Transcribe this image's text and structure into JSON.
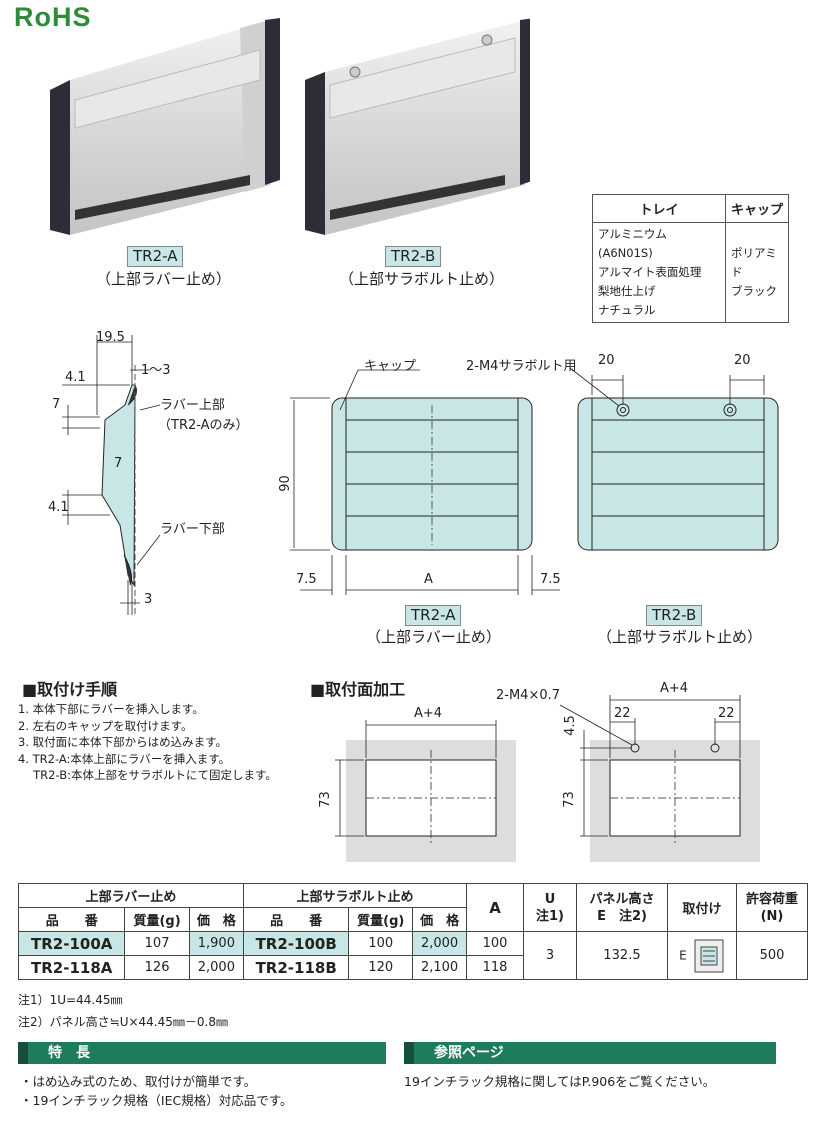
{
  "brand": {
    "rohs": "RoHS"
  },
  "products": {
    "a": {
      "model": "TR2-A",
      "sub": "（上部ラバー止め）"
    },
    "b": {
      "model": "TR2-B",
      "sub": "（上部サラボルト止め）"
    }
  },
  "spec": {
    "col1": "トレイ",
    "col2": "キャップ",
    "tray": [
      "アルミニウム(A6N01S)",
      "アルマイト表面処理",
      "梨地仕上げ",
      "ナチュラル"
    ],
    "cap": [
      "ポリアミド",
      "ブラック"
    ]
  },
  "side_dims": {
    "d1": "19.5",
    "d2": "1～3",
    "d3": "4.1",
    "d4": "7",
    "d5": "7",
    "d6": "4.1",
    "d7": "3",
    "rubber_top": "ラバー上部",
    "rubber_top_note": "（TR2-Aのみ）",
    "rubber_bottom": "ラバー下部"
  },
  "front_dims": {
    "cap": "キャップ",
    "bolt": "2-M4サラボルト用",
    "h": "90",
    "a": "A",
    "side_l": "7.5",
    "side_r": "7.5",
    "hole1": "20",
    "hole2": "20"
  },
  "mount": {
    "title": "■取付け手順",
    "steps": [
      "1. 本体下部にラバーを挿入します。",
      "2. 左右のキャップを取付けます。",
      "3. 取付面に本体下部からはめ込みます。",
      "4. TR2-A:本体上部にラバーを挿入ます。",
      "　 TR2-B:本体上部をサラボルトにて固定します。"
    ]
  },
  "cutout": {
    "title": "■取付面加工",
    "a4": "A+4",
    "h": "73",
    "m4": "2-M4×0.7",
    "a4b": "A+4",
    "p1": "22",
    "p2": "22",
    "v": "4.5",
    "h2": "73"
  },
  "table": {
    "h_rubber": "上部ラバー止め",
    "h_bolt": "上部サラボルト止め",
    "h_pn": "品　　番",
    "h_mass": "質量(g)",
    "h_price": "価　格",
    "h_a": "A",
    "h_u": "U",
    "h_u_note": "注1)",
    "h_panel": "パネル高さ",
    "h_panel_note": "E　注2)",
    "h_mount": "取付け",
    "h_load": "許容荷重",
    "h_load_unit": "(N)",
    "rows": [
      {
        "pn_a": "TR2-100A",
        "mass_a": "107",
        "price_a": "1,900",
        "pn_b": "TR2-100B",
        "mass_b": "100",
        "price_b": "2,000",
        "a": "100"
      },
      {
        "pn_a": "TR2-118A",
        "mass_a": "126",
        "price_a": "2,000",
        "pn_b": "TR2-118B",
        "mass_b": "120",
        "price_b": "2,100",
        "a": "118"
      }
    ],
    "u": "3",
    "panel": "132.5",
    "mount_e": "E",
    "load": "500"
  },
  "notes": [
    "注1）1U=44.45㎜",
    "注2）パネル高さ≒U×44.45㎜－0.8㎜"
  ],
  "features": {
    "title": "特　長",
    "items": [
      "・はめ込み式のため、取付けが簡単です。",
      "・19インチラック規格（IEC規格）対応品です。"
    ]
  },
  "reference": {
    "title": "参照ページ",
    "text": "19インチラック規格に関してはP.906をご覧ください。"
  }
}
